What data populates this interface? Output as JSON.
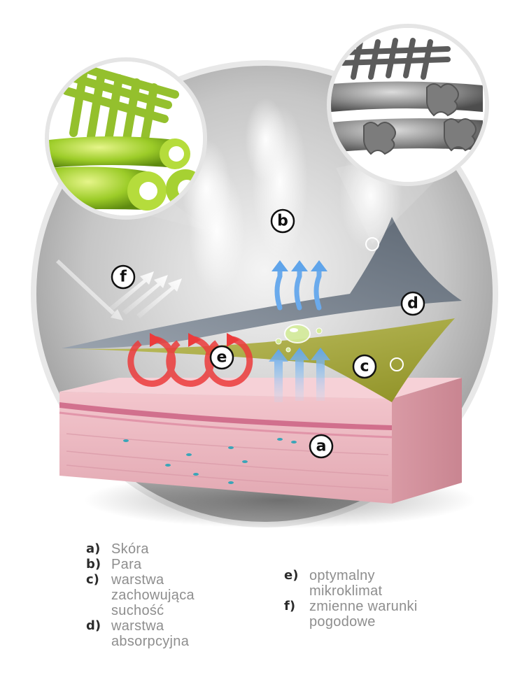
{
  "markers": {
    "a": "a",
    "b": "b",
    "c": "c",
    "d": "d",
    "e": "e",
    "f": "f"
  },
  "legend": {
    "left": [
      {
        "key": "a)",
        "text": "Skóra"
      },
      {
        "key": "b)",
        "text": "Para"
      },
      {
        "key": "c)",
        "text": "warstwa zachowująca suchość"
      },
      {
        "key": "d)",
        "text": "warstwa absorpcyjna"
      }
    ],
    "right": [
      {
        "key": "e)",
        "text": "optymalny mikroklimat"
      },
      {
        "key": "f)",
        "text": "zmienne warunki pogodowe"
      }
    ]
  },
  "colors": {
    "skin": "#eab7c0",
    "skin_top": "#f4c9d0",
    "dry_layer": "#a7a93a",
    "absorb_layer": "#727b86",
    "fiber_green": "#a9d23a",
    "fiber_gray": "#8f9399",
    "heat_red": "#ec3b3b",
    "vapor_blue": "#78b5ee"
  }
}
